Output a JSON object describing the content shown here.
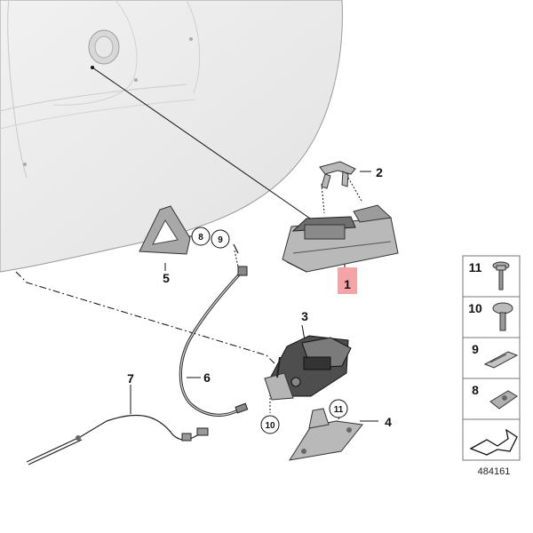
{
  "diagram": {
    "callouts": {
      "part_1": "1",
      "part_2": "2",
      "part_3": "3",
      "part_4": "4",
      "part_5": "5",
      "part_6": "6",
      "part_7": "7",
      "ref_8": "8",
      "ref_9": "9",
      "ref_10": "10",
      "ref_11": "11"
    },
    "legend": [
      {
        "number": "11",
        "icon": "screw-with-washer-icon"
      },
      {
        "number": "10",
        "icon": "pan-head-screw-icon"
      },
      {
        "number": "9",
        "icon": "flat-clip-icon"
      },
      {
        "number": "8",
        "icon": "spring-nut-icon"
      },
      {
        "number": "",
        "icon": "vehicle-direction-arrow-icon"
      }
    ],
    "document_number": "484161",
    "highlight_color": "#f4a3a6"
  }
}
